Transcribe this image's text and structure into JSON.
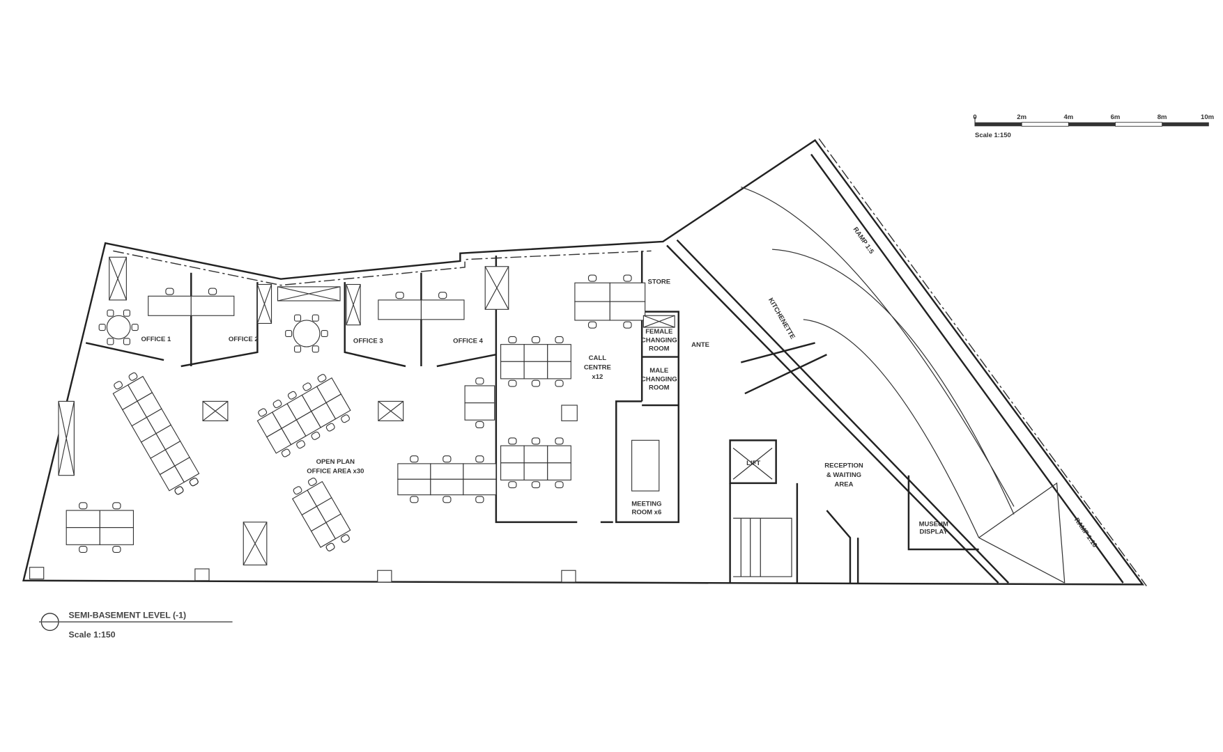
{
  "title": {
    "name": "SEMI-BASEMENT LEVEL (-1)",
    "scale": "Scale 1:150"
  },
  "scale_bar": {
    "ticks": [
      "0",
      "2m",
      "4m",
      "6m",
      "8m",
      "10m"
    ],
    "scale": "Scale 1:150"
  },
  "rooms": {
    "office1": "OFFICE 1",
    "office2": "OFFICE 2",
    "office3": "OFFICE 3",
    "office4": "OFFICE 4",
    "open_plan": [
      "OPEN PLAN",
      "OFFICE AREA x30"
    ],
    "call_centre": [
      "CALL",
      "CENTRE",
      "x12"
    ],
    "store": "STORE",
    "female": [
      "FEMALE",
      "CHANGING",
      "ROOM"
    ],
    "male": [
      "MALE",
      "CHANGING",
      "ROOM"
    ],
    "ante": "ANTE",
    "meeting": [
      "MEETING",
      "ROOM x6"
    ],
    "kitchenette": "KITCHENETTE",
    "lift": "LIFT",
    "reception": [
      "RECEPTION",
      "& WAITING",
      "AREA"
    ],
    "museum": [
      "MUSEUM",
      "DISPLAY"
    ],
    "ramp1": "RAMP 1:5",
    "ramp2": "RAMP 1:10"
  }
}
